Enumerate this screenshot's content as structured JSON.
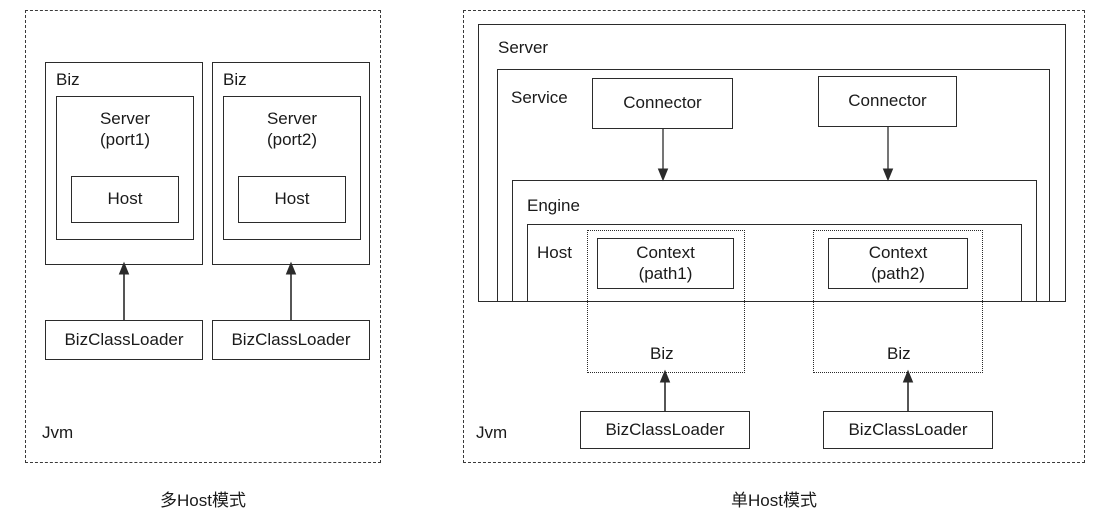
{
  "diagram": {
    "title_left": "多Host模式",
    "title_right": "单Host模式",
    "left": {
      "jvm_label": "Jvm",
      "biz1": {
        "label": "Biz",
        "server": "Server\n(port1)",
        "host": "Host",
        "classloader": "BizClassLoader"
      },
      "biz2": {
        "label": "Biz",
        "server": "Server\n(port2)",
        "host": "Host",
        "classloader": "BizClassLoader"
      }
    },
    "right": {
      "jvm_label": "Jvm",
      "server_label": "Server",
      "service_label": "Service",
      "engine_label": "Engine",
      "host_label": "Host",
      "connector1": "Connector",
      "connector2": "Connector",
      "context1": "Context\n(path1)",
      "context2": "Context\n(path2)",
      "biz1_label": "Biz",
      "biz2_label": "Biz",
      "classloader1": "BizClassLoader",
      "classloader2": "BizClassLoader"
    }
  },
  "colors": {
    "stroke": "#2b2b2b",
    "text": "#1a1a1a",
    "background": "#ffffff"
  }
}
